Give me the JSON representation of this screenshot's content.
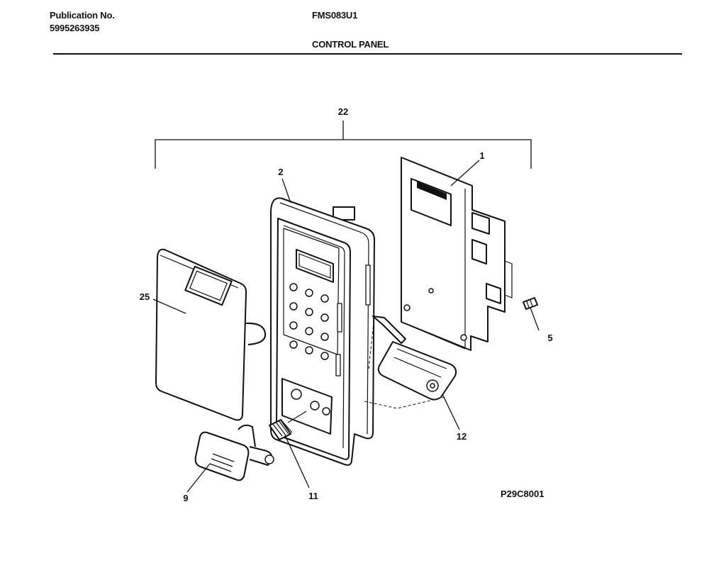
{
  "header": {
    "publication_label": "Publication No.",
    "publication_number": "5995263935",
    "model_number": "FMS083U1",
    "section_title": "CONTROL PANEL"
  },
  "diagram": {
    "callouts": {
      "assembly": "22",
      "circuit_board": "1",
      "control_panel_frame": "2",
      "membrane_overlay": "25",
      "screw": "5",
      "latch": "12",
      "door_release_button": "9",
      "spring": "11"
    },
    "drawing_number": "P29C8001"
  }
}
